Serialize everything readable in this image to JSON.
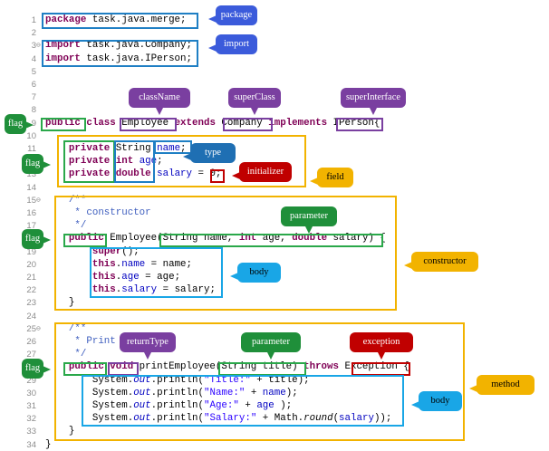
{
  "code_lines": [
    {
      "n": "1",
      "html": "<span class=\"kw\">package</span> task.java.merge;"
    },
    {
      "n": "2",
      "html": ""
    },
    {
      "n": "3",
      "fold": true,
      "html": "<span class=\"kw\">import</span> task.java.Company;"
    },
    {
      "n": "4",
      "html": "<span class=\"kw\">import</span> task.java.IPerson;"
    },
    {
      "n": "5",
      "html": ""
    },
    {
      "n": "6",
      "html": ""
    },
    {
      "n": "7",
      "html": ""
    },
    {
      "n": "8",
      "html": ""
    },
    {
      "n": "9",
      "html": "<span class=\"kw\">public class</span> Employee <span class=\"kw\">extends</span> Company <span class=\"kw\">implements</span> IPerson{"
    },
    {
      "n": "10",
      "html": ""
    },
    {
      "n": "11",
      "html": "    <span class=\"kw\">private</span> String <span class=\"fld\">name</span>;"
    },
    {
      "n": "12",
      "html": "    <span class=\"kw\">private int</span> <span class=\"fld\">age</span>;"
    },
    {
      "n": "13",
      "html": "    <span class=\"kw\">private double</span> <span class=\"fld\">salary</span> = 0;"
    },
    {
      "n": "14",
      "html": ""
    },
    {
      "n": "15",
      "fold": true,
      "html": "    <span class=\"cm\">/**</span>"
    },
    {
      "n": "16",
      "html": "<span class=\"cm\">     * constructor</span>"
    },
    {
      "n": "17",
      "html": "<span class=\"cm\">     */</span>"
    },
    {
      "n": "18",
      "html": "    <span class=\"kw\">public</span> Employee(String name, <span class=\"kw\">int</span> age, <span class=\"kw\">double</span> salary) {"
    },
    {
      "n": "19",
      "html": "        <span class=\"kw\">super</span>();"
    },
    {
      "n": "20",
      "html": "        <span class=\"kw\">this</span>.<span class=\"fld\">name</span> = name;"
    },
    {
      "n": "21",
      "html": "        <span class=\"kw\">this</span>.<span class=\"fld\">age</span> = age;"
    },
    {
      "n": "22",
      "html": "        <span class=\"kw\">this</span>.<span class=\"fld\">salary</span> = salary;"
    },
    {
      "n": "23",
      "html": "    }"
    },
    {
      "n": "24",
      "html": ""
    },
    {
      "n": "25",
      "fold": true,
      "html": "    <span class=\"cm\">/**</span>"
    },
    {
      "n": "26",
      "html": "<span class=\"cm\">     * Print</span>"
    },
    {
      "n": "27",
      "html": "<span class=\"cm\">     */</span>"
    },
    {
      "n": "28",
      "html": "    <span class=\"kw\">public void</span> printEmployee(String title) <span class=\"kw\">throws</span> Exception {"
    },
    {
      "n": "29",
      "html": "        System.<span class=\"fld\"><i>out</i></span>.println(<span class=\"str\">\"Title:\"</span> + title);"
    },
    {
      "n": "30",
      "html": "        System.<span class=\"fld\"><i>out</i></span>.println(<span class=\"str\">\"Name:\"</span> + <span class=\"fld\">name</span>);"
    },
    {
      "n": "31",
      "html": "        System.<span class=\"fld\"><i>out</i></span>.println(<span class=\"str\">\"Age:\"</span> + <span class=\"fld\">age</span> );"
    },
    {
      "n": "32",
      "html": "        System.<span class=\"fld\"><i>out</i></span>.println(<span class=\"str\">\"Salary:\"</span> + Math.<i>round</i>(<span class=\"fld\">salary</span>));"
    },
    {
      "n": "33",
      "html": "    }"
    },
    {
      "n": "34",
      "html": "}"
    }
  ],
  "labels": {
    "package": "package",
    "import": "import",
    "className": "className",
    "superClass": "superClass",
    "superInterface": "superInterface",
    "flag": "flag",
    "type": "type",
    "initializer": "initializer",
    "field": "field",
    "parameter": "parameter",
    "body": "body",
    "constructor": "constructor",
    "returnType": "returnType",
    "exception": "exception",
    "method": "method"
  },
  "colors": {
    "package": "#3b5bdb",
    "import": "#3b5bdb",
    "className": "#7a3fa0",
    "superClass": "#7a3fa0",
    "superInterface": "#7a3fa0",
    "flag": "#1f8f3a",
    "type": "#1f6fb3",
    "initializer": "#c00000",
    "field": "#f2b300",
    "parameter": "#1f8f3a",
    "body": "#19a6e6",
    "constructor": "#f2b300",
    "returnType": "#7a3fa0",
    "exception": "#c00000",
    "method": "#f2b300"
  }
}
